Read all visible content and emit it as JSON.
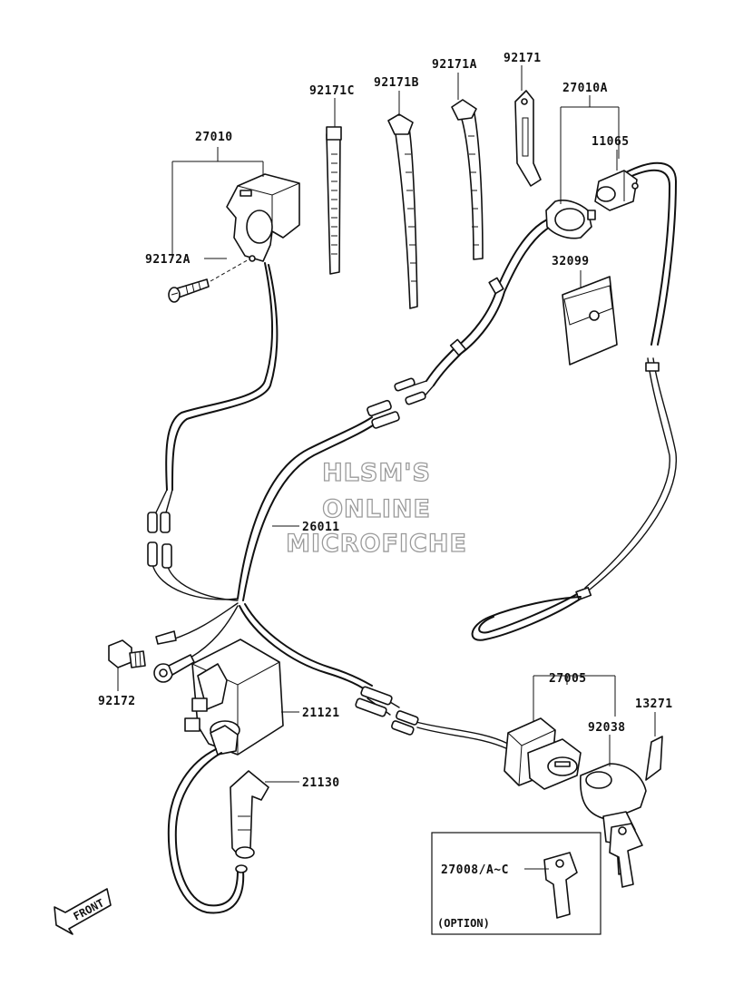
{
  "labels": {
    "p27010": "27010",
    "p92172A": "92172A",
    "p92171C": "92171C",
    "p92171B": "92171B",
    "p92171A": "92171A",
    "p92171": "92171",
    "p27010A": "27010A",
    "p11065": "11065",
    "p32099": "32099",
    "p26011": "26011",
    "p92172": "92172",
    "p21121": "21121",
    "p21130": "21130",
    "p27005": "27005",
    "p13271": "13271",
    "p92038": "92038",
    "p27008": "27008/A~C",
    "option": "(OPTION)",
    "front": "FRONT"
  },
  "watermark": {
    "line1": "HLSM'S",
    "line2": "ONLINE",
    "line3": "MICROFICHE"
  }
}
